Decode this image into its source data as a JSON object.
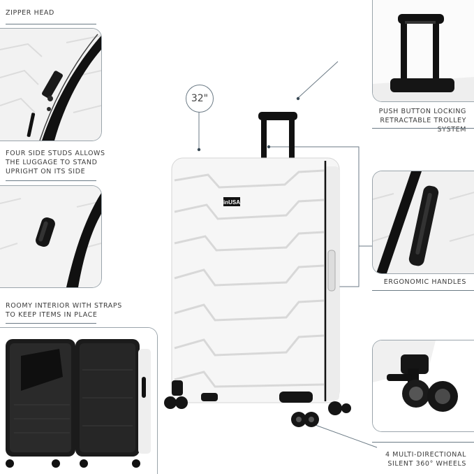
{
  "product": {
    "brand_logo": "inUSA",
    "size_badge": "32\""
  },
  "features": {
    "zipper": {
      "label": "ZIPPER HEAD"
    },
    "studs": {
      "label_lines": [
        "FOUR SIDE STUDS ALLOWS",
        "THE LUGGAGE TO STAND",
        "UPRIGHT ON ITS SIDE"
      ]
    },
    "interior": {
      "label_lines": [
        "ROOMY INTERIOR WITH STRAPS",
        "TO KEEP ITEMS IN PLACE"
      ]
    },
    "trolley": {
      "label_lines": [
        "PUSH BUTTON LOCKING",
        "RETRACTABLE TROLLEY SYSTEM"
      ]
    },
    "handles": {
      "label": "ERGONOMIC HANDLES"
    },
    "wheels": {
      "label_lines": [
        "4 MULTI-DIRECTIONAL",
        "SILENT 360°  WHEELS"
      ]
    }
  },
  "colors": {
    "accent_line": "#6b7a85",
    "shell": "#f7f7f7",
    "trim": "#111111"
  }
}
